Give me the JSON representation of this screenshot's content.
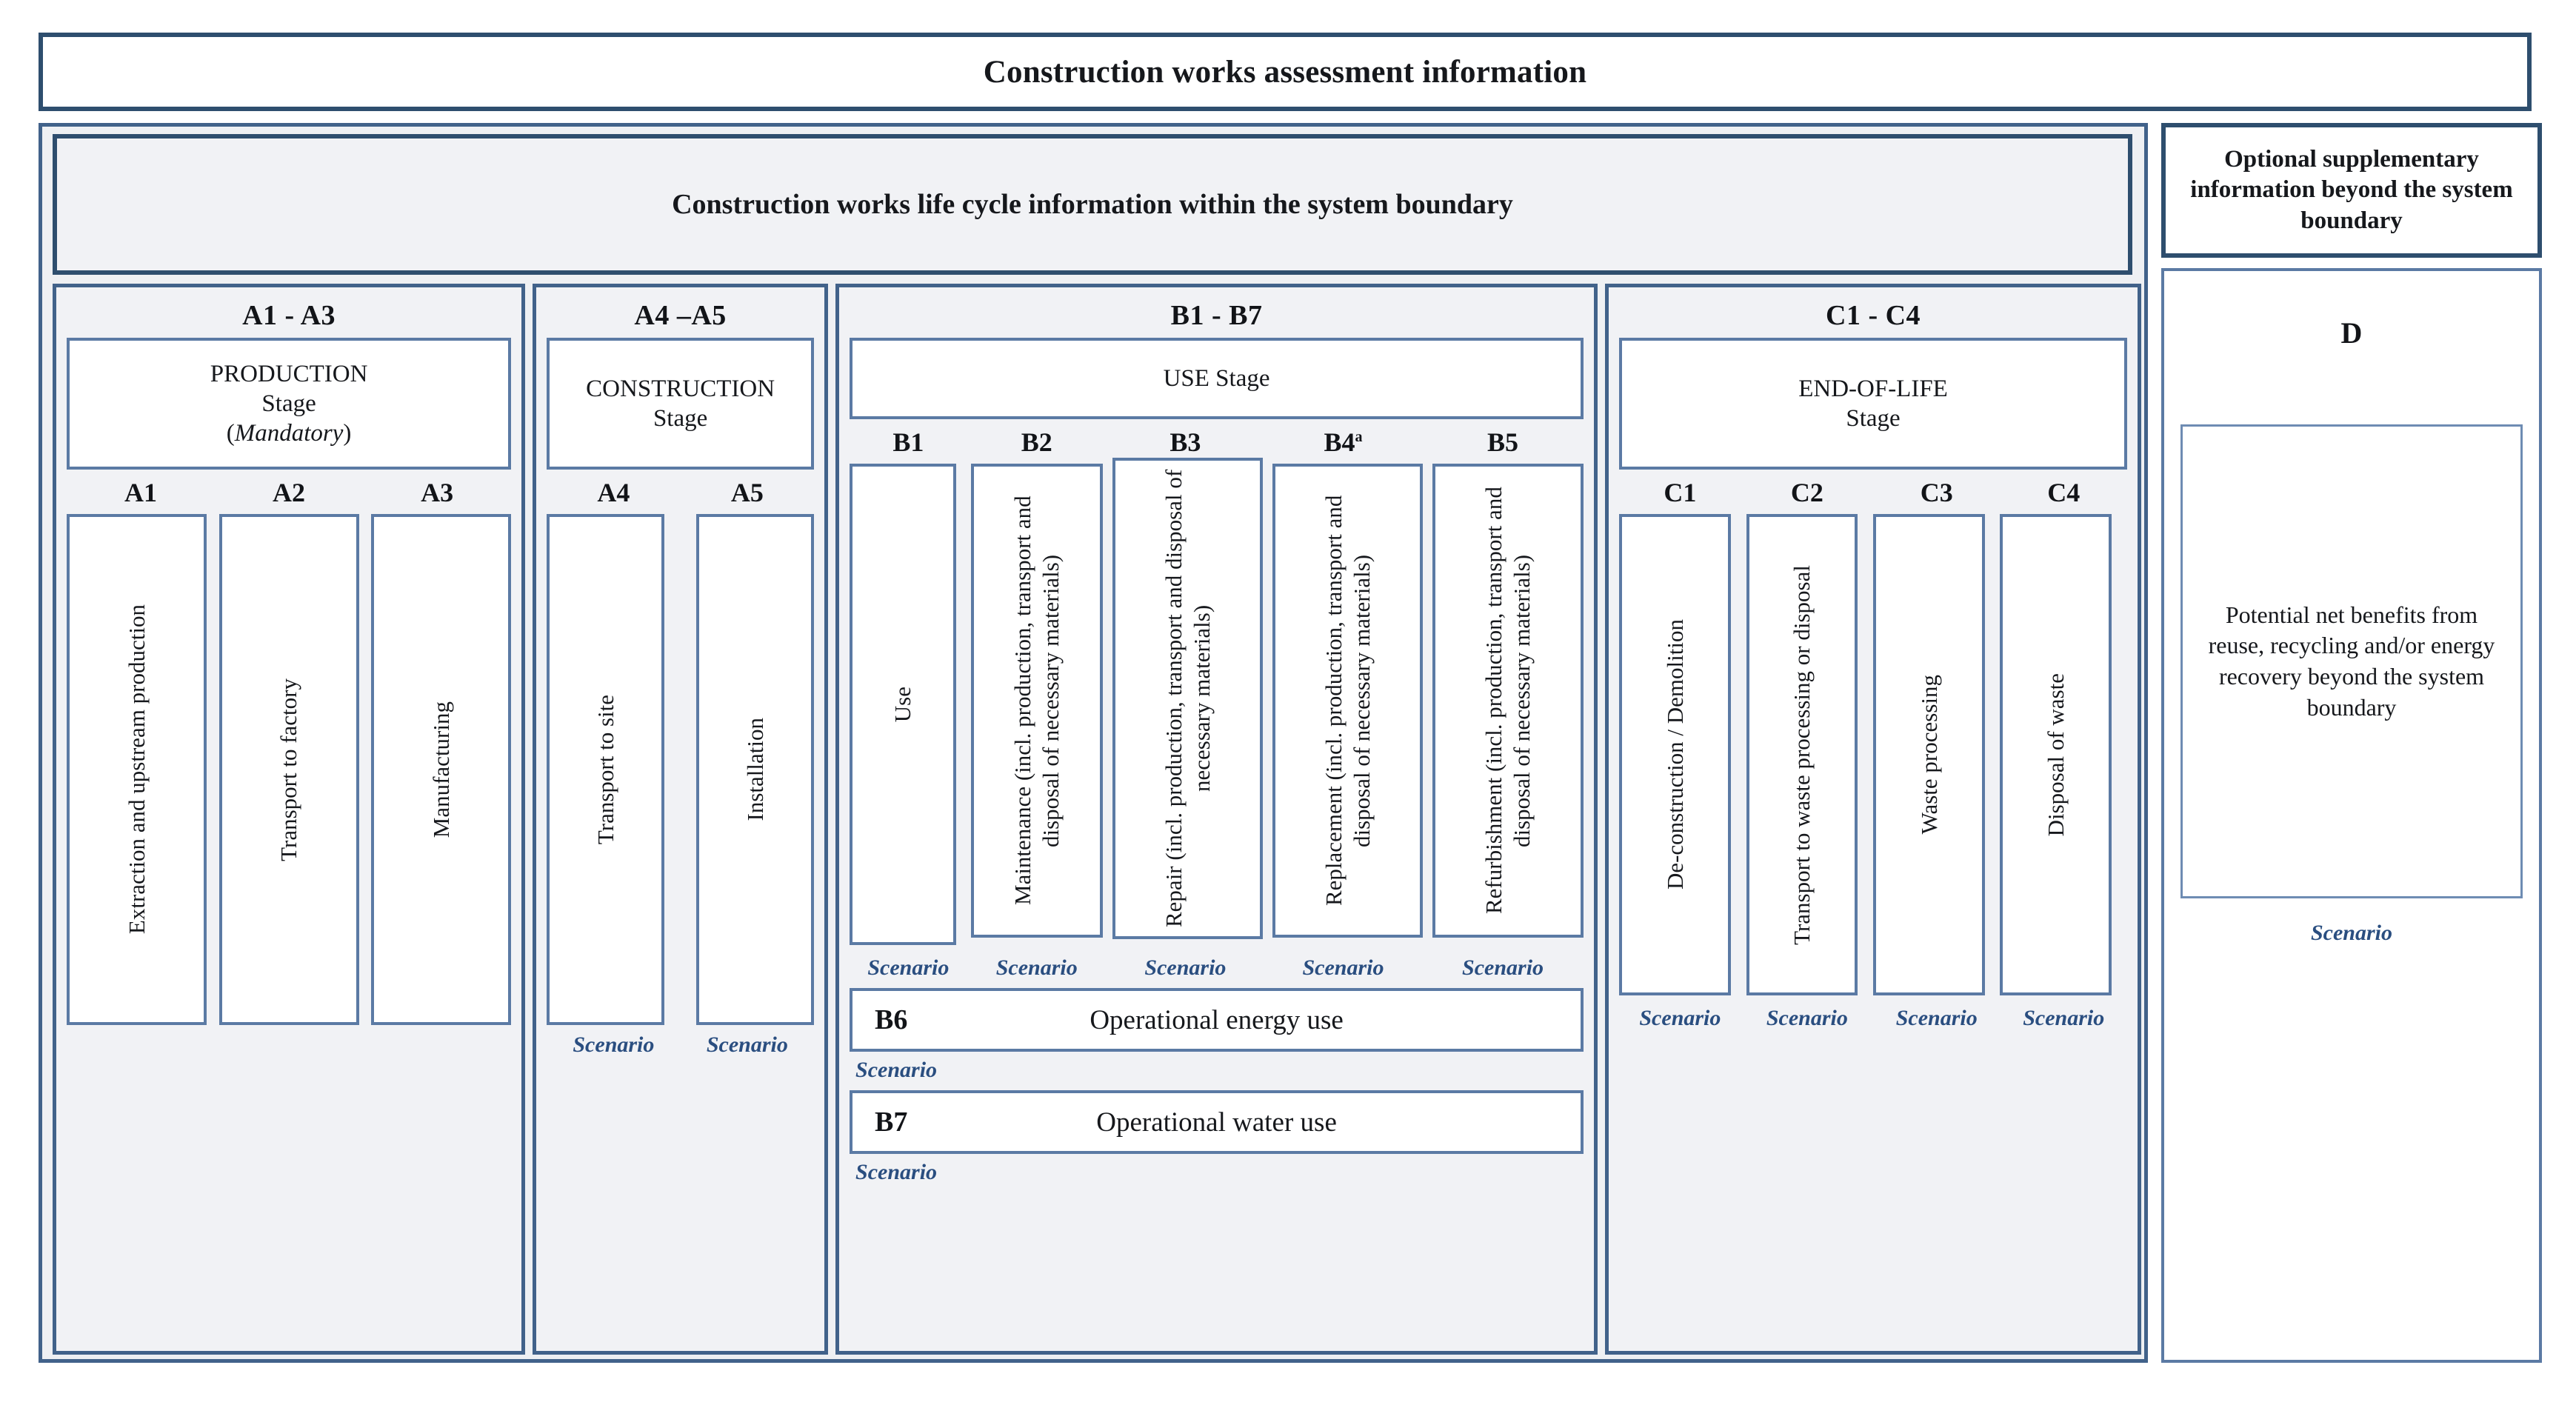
{
  "banner": {
    "title": "Construction works assessment information"
  },
  "system_boundary": {
    "header": "Construction works life cycle information within the system boundary"
  },
  "optional": {
    "header": "Optional supplementary information beyond the system boundary",
    "code": "D",
    "description": "Potential net benefits from reuse, recycling and/or energy recovery beyond the system boundary",
    "scenario_label": "Scenario"
  },
  "colors": {
    "frame_dark": "#2e4e6e",
    "frame_mid": "#41628a",
    "frame_thin": "#5b7aa4",
    "panel_grey": "#f1f2f5",
    "panel_white": "#ffffff",
    "scenario_text": "#2a4e80"
  },
  "stages": [
    {
      "code": "A1 - A3",
      "name_line1": "PRODUCTION",
      "name_line2": "Stage",
      "name_line3": "(Mandatory)",
      "name_line3_italic": true,
      "modules": [
        {
          "code": "A1",
          "label": "Extraction and upstream production",
          "scenario": ""
        },
        {
          "code": "A2",
          "label": "Transport to factory",
          "scenario": ""
        },
        {
          "code": "A3",
          "label": "Manufacturing",
          "scenario": ""
        }
      ]
    },
    {
      "code": "A4 –A5",
      "name_line1": "CONSTRUCTION",
      "name_line2": "Stage",
      "name_line3": "",
      "name_line3_italic": false,
      "modules": [
        {
          "code": "A4",
          "label": "Transport to site",
          "scenario": "Scenario"
        },
        {
          "code": "A5",
          "label": "Installation",
          "scenario": "Scenario"
        }
      ]
    },
    {
      "code": "B1 - B7",
      "name_line1": "USE Stage",
      "name_line2": "",
      "name_line3": "",
      "name_line3_italic": false,
      "modules": [
        {
          "code": "B1",
          "sup": "",
          "label": "Use",
          "scenario": "Scenario"
        },
        {
          "code": "B2",
          "sup": "",
          "label": "Maintenance (incl. production, transport and disposal of necessary materials)",
          "scenario": "Scenario"
        },
        {
          "code": "B3",
          "sup": "",
          "label": "Repair (incl. production, transport and disposal of necessary materials)",
          "scenario": "Scenario"
        },
        {
          "code": "B4",
          "sup": "a",
          "label": "Replacement (incl. production, transport and disposal of necessary materials)",
          "scenario": "Scenario"
        },
        {
          "code": "B5",
          "sup": "",
          "label": "Refurbishment (incl. production, transport and disposal of necessary materials)",
          "scenario": "Scenario"
        }
      ],
      "wide_bars": [
        {
          "code": "B6",
          "label": "Operational energy use",
          "scenario": "Scenario"
        },
        {
          "code": "B7",
          "label": "Operational water use",
          "scenario": "Scenario"
        }
      ]
    },
    {
      "code": "C1 - C4",
      "name_line1": "END-OF-LIFE",
      "name_line2": "Stage",
      "name_line3": "",
      "name_line3_italic": false,
      "modules": [
        {
          "code": "C1",
          "label": "De-construction / Demolition",
          "scenario": "Scenario"
        },
        {
          "code": "C2",
          "label": "Transport to waste processing or disposal",
          "scenario": "Scenario"
        },
        {
          "code": "C3",
          "label": "Waste processing",
          "scenario": "Scenario"
        },
        {
          "code": "C4",
          "label": "Disposal of waste",
          "scenario": "Scenario"
        }
      ]
    }
  ]
}
